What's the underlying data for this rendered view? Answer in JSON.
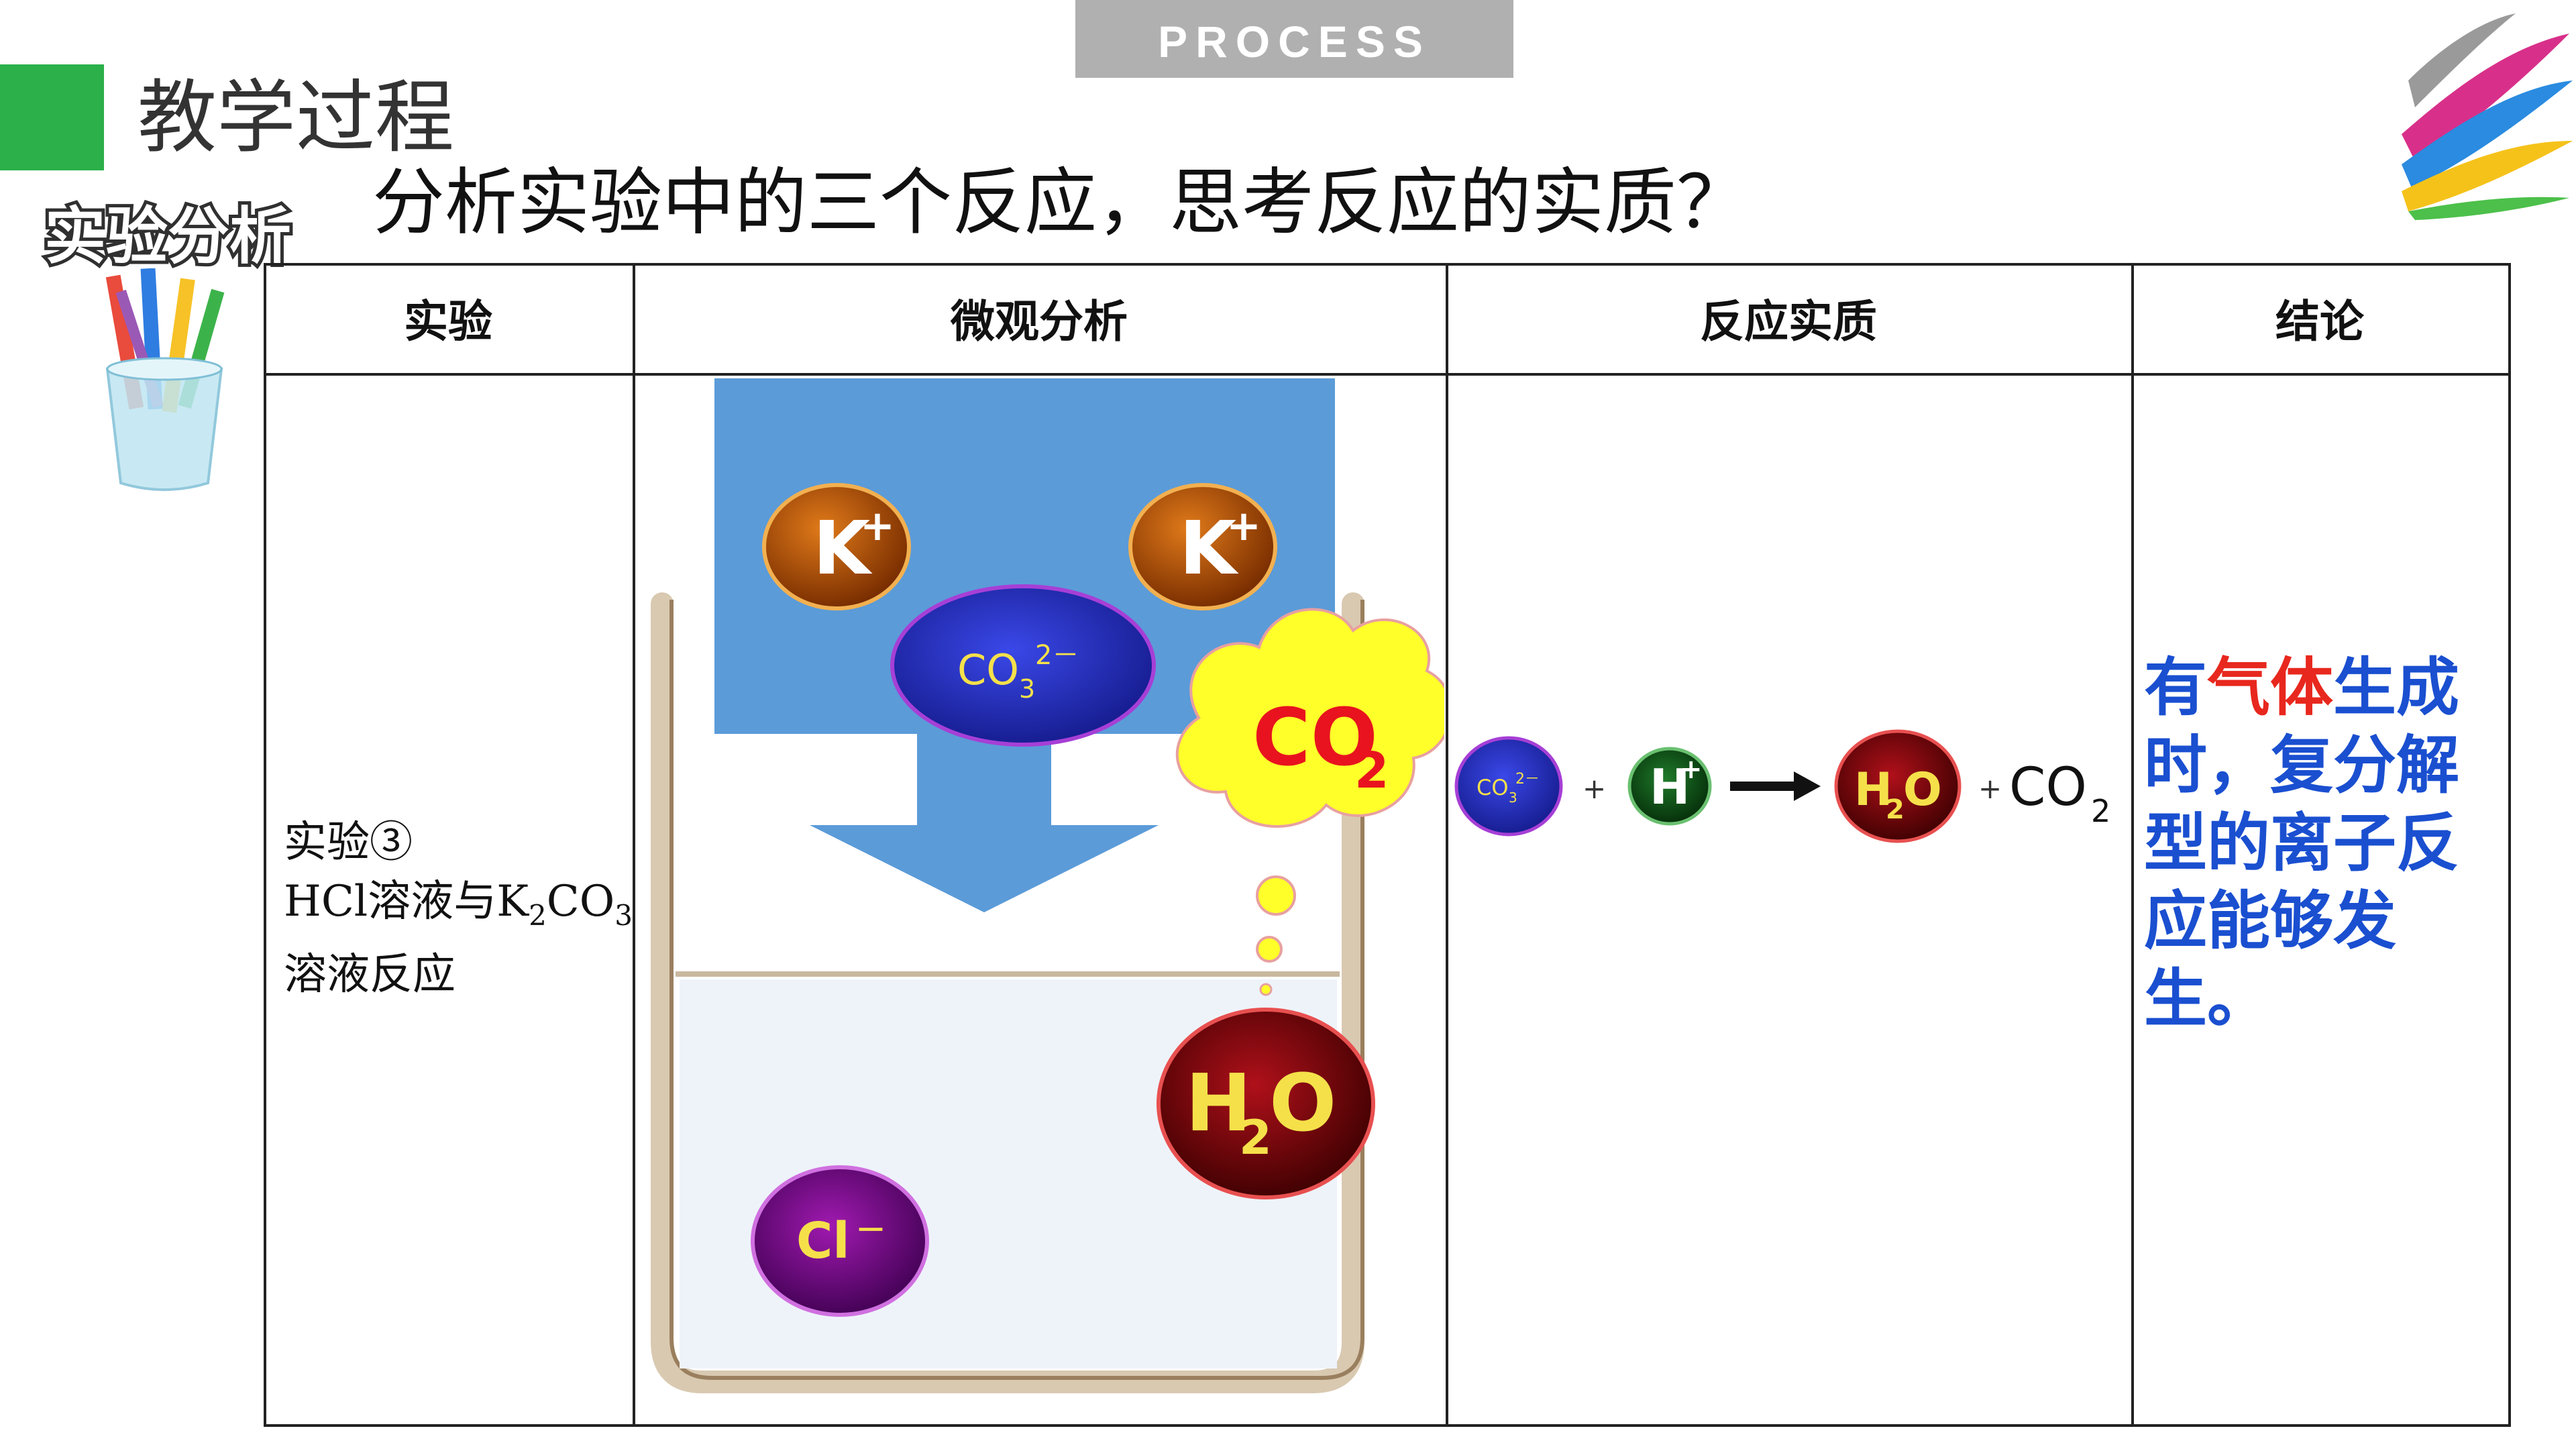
{
  "header": {
    "tab_label": "PROCESS",
    "title": "教学过程",
    "section_label": "实验分析",
    "question": "分析实验中的三个反应，思考反应的实质？"
  },
  "colors": {
    "green": "#2bb04a",
    "table_border": "#222222",
    "conclusion_blue": "#1a4fd0",
    "conclusion_red": "#e8281e"
  },
  "table": {
    "headers": [
      "实验",
      "微观分析",
      "反应实质",
      "结论"
    ],
    "experiment": {
      "line1": "实验③",
      "line2_a": "HCl溶液与K",
      "line2_sub1": "2",
      "line2_b": "CO",
      "line2_sub2": "3",
      "line3": "溶液反应"
    },
    "micro": {
      "k_ion_1": "K",
      "k_ion_2": "K",
      "k_charge": "+",
      "carbonate": "CO",
      "carbonate_sub": "3",
      "carbonate_charge": "2－",
      "co2": "CO",
      "co2_sub": "2",
      "water": "H",
      "water_sub": "2",
      "water_o": "O",
      "chloride": "Cl",
      "chloride_charge": "－"
    },
    "essence": {
      "carbonate": "CO",
      "carbonate_sub": "3",
      "carbonate_charge": "2－",
      "plus1": "+",
      "hydrogen": "H",
      "hydrogen_charge": "+",
      "water": "H",
      "water_sub": "2",
      "water_o": "O",
      "plus2": "+",
      "co2": "CO",
      "co2_sub": "2"
    },
    "conclusion": {
      "part1": "有",
      "part2_red": "气体",
      "part3": "生成时，复分解型的离子反应能够发生。"
    }
  }
}
